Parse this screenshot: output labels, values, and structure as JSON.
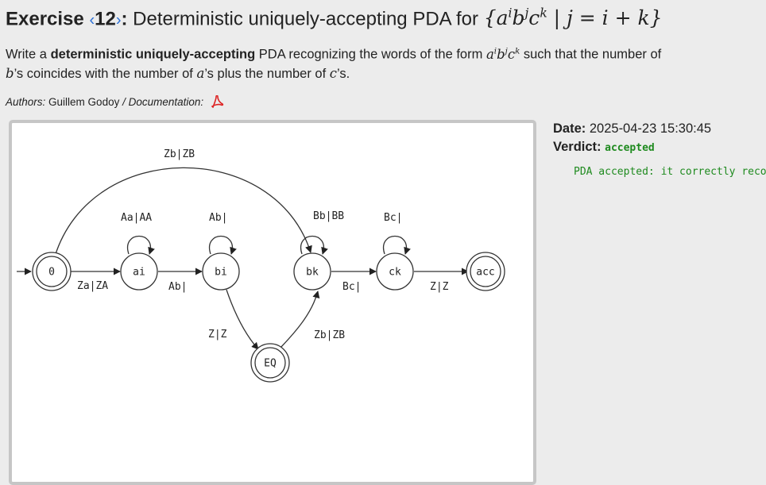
{
  "header": {
    "exercise_word": "Exercise",
    "prev_arrow": "‹",
    "number": "12",
    "next_arrow": "›",
    "separator": ":",
    "title": "Deterministic uniquely-accepting PDA for",
    "formula": {
      "open": "{",
      "a": "a",
      "i": "i",
      "b": "b",
      "j": "j",
      "c": "c",
      "k": "k",
      "bar": "|",
      "condition": "j = i + k",
      "close": "}"
    }
  },
  "description": {
    "prefix": "Write a",
    "bold": "deterministic uniquely-accepting",
    "middle": "PDA recognizing the words of the form",
    "suffix": "such that the number of",
    "line2_b": "b",
    "line2_text1": "’s coincides with the number of",
    "line2_a": "a",
    "line2_text2": "’s plus the number of",
    "line2_c": "c",
    "line2_text3": "’s."
  },
  "authors": {
    "label": "Authors:",
    "names": "Guillem Godoy",
    "doc_label": "/ Documentation:",
    "doc_icon": "pdf-icon"
  },
  "automaton": {
    "states": [
      "0",
      "ai",
      "bi",
      "bk",
      "ck",
      "acc",
      "EQ"
    ],
    "initial": "0",
    "accepting": [
      "0",
      "acc",
      "EQ"
    ],
    "labels": {
      "e_0_bk": "Zb|ZB",
      "e_0_ai": "Za|ZA",
      "loop_ai": "Aa|AA",
      "e_ai_bi": "Ab|",
      "loop_bi": "Ab|",
      "e_bi_eq": "Z|Z",
      "e_eq_bk": "Zb|ZB",
      "loop_bk": "Bb|BB",
      "e_bk_ck": "Bc|",
      "loop_ck": "Bc|",
      "e_ck_acc": "Z|Z"
    }
  },
  "side": {
    "date_label": "Date:",
    "date_value": "2025-04-23 15:30:45",
    "verdict_label": "Verdict:",
    "verdict_value": "accepted",
    "verdict_color": "#1e8a1e",
    "feedback": "PDA accepted: it correctly recognizes the language."
  }
}
